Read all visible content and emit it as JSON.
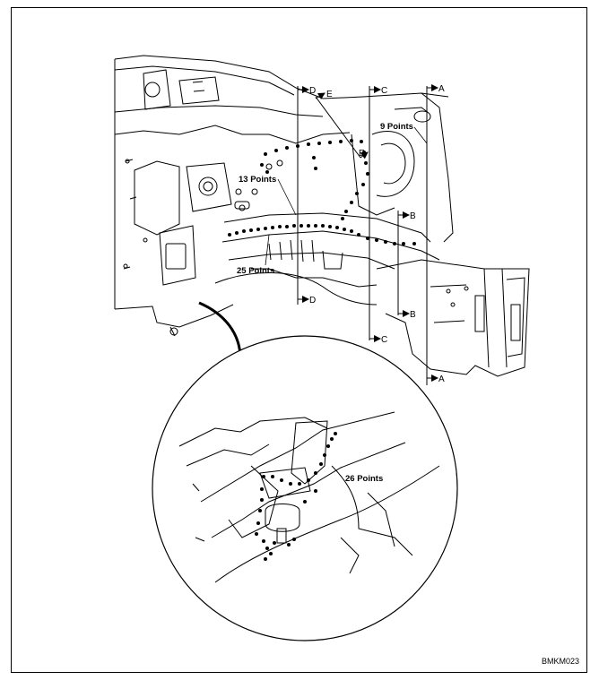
{
  "figure_code": "BMKM023",
  "weld_callouts": {
    "top_right": "9 Points",
    "middle_left": "13 Points",
    "lower_left": "25 Points",
    "detail": "26 Points"
  },
  "section_marks": {
    "a": "A",
    "b": "B",
    "c": "C",
    "d": "D",
    "e": "E"
  }
}
